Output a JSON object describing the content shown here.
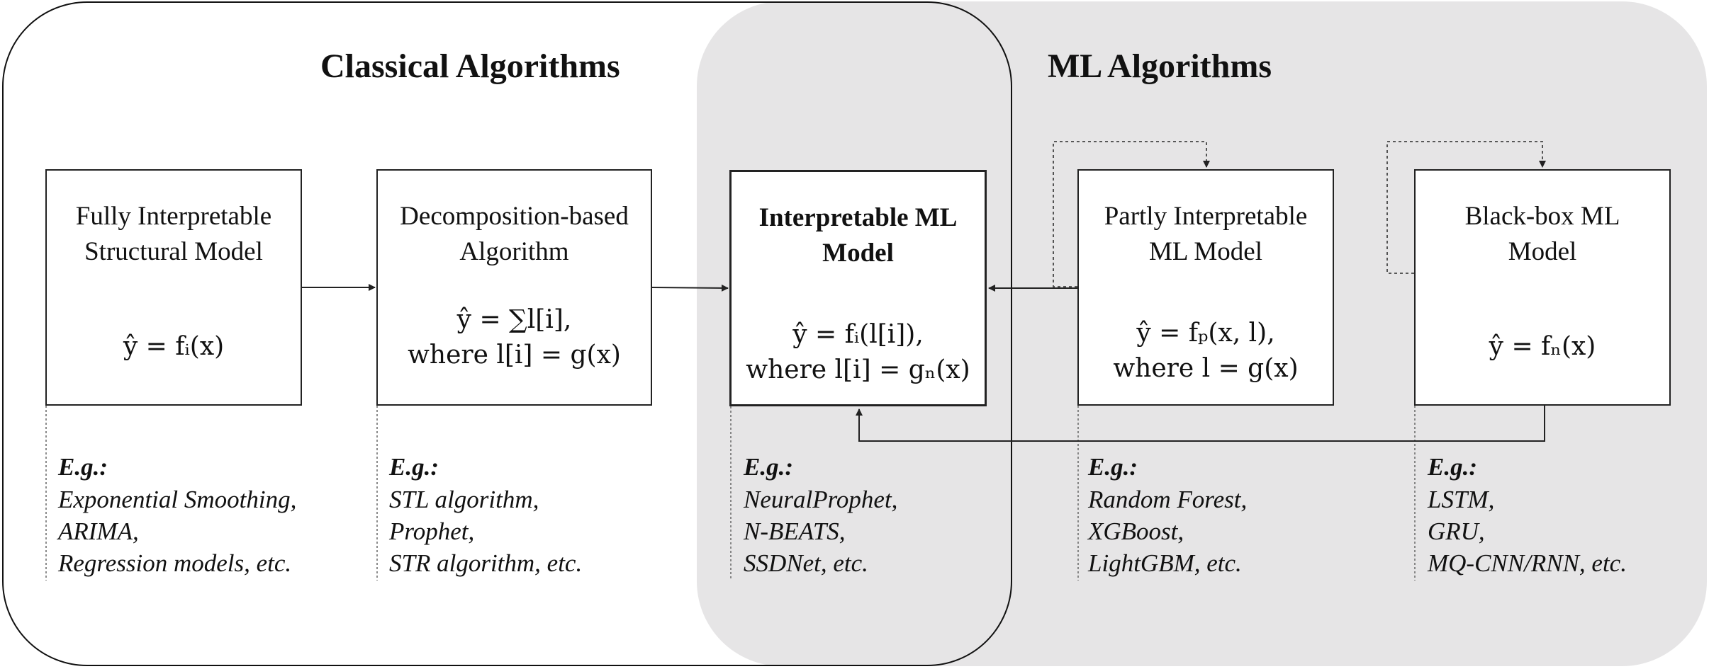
{
  "regions": {
    "classical_title": "Classical Algorithms",
    "ml_title": "ML Algorithms"
  },
  "boxes": [
    {
      "title_lines": [
        "Fully Interpretable",
        "Structural Model"
      ],
      "formula_lines": [
        "ŷ = fᵢ(x)"
      ],
      "example_label": "E.g.:",
      "examples": [
        "Exponential Smoothing,",
        "ARIMA,",
        "Regression models, etc."
      ]
    },
    {
      "title_lines": [
        "Decomposition-based",
        "Algorithm"
      ],
      "formula_lines": [
        "ŷ = ∑l[i],",
        "where l[i] = g(x)"
      ],
      "example_label": "E.g.:",
      "examples": [
        "STL algorithm,",
        "Prophet,",
        "STR algorithm, etc."
      ]
    },
    {
      "title_lines": [
        "Interpretable ML",
        "Model"
      ],
      "formula_lines": [
        "ŷ = fᵢ(l[i]),",
        "where l[i] = gₙ(x)"
      ],
      "example_label": "E.g.:",
      "examples": [
        "NeuralProphet,",
        "N-BEATS,",
        "SSDNet, etc."
      ]
    },
    {
      "title_lines": [
        "Partly Interpretable",
        "ML Model"
      ],
      "formula_lines": [
        "ŷ = fₚ(x, l),",
        "where l = g(x)"
      ],
      "example_label": "E.g.:",
      "examples": [
        "Random Forest,",
        "XGBoost,",
        "LightGBM, etc."
      ]
    },
    {
      "title_lines": [
        "Black-box ML",
        "Model"
      ],
      "formula_lines": [
        "ŷ = fₙ(x)"
      ],
      "example_label": "E.g.:",
      "examples": [
        "LSTM,",
        "GRU,",
        "MQ-CNN/RNN, etc."
      ]
    }
  ]
}
